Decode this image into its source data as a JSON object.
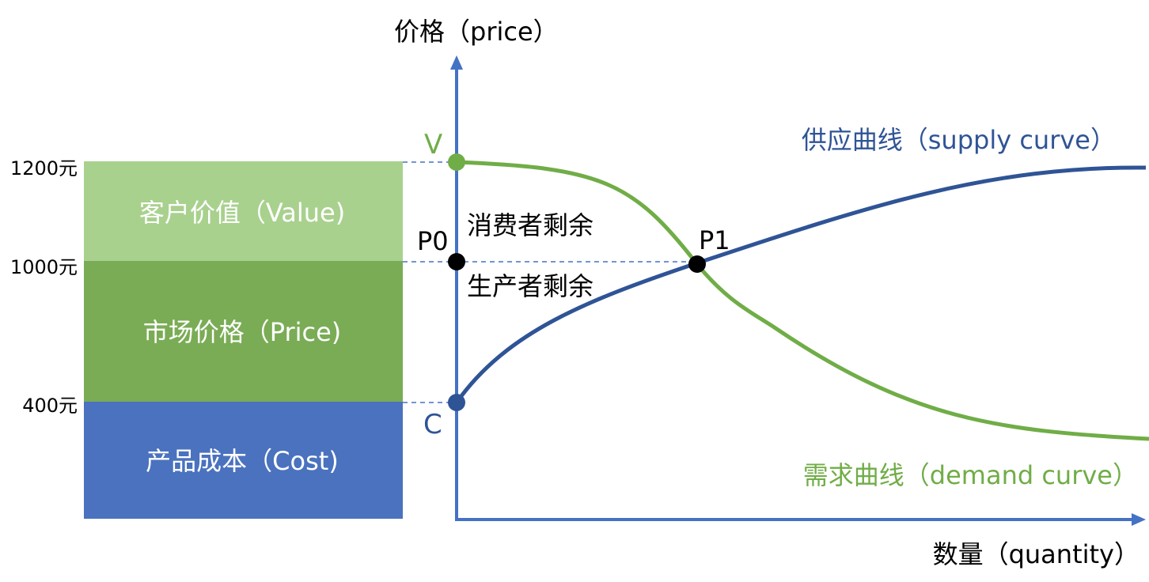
{
  "axes": {
    "y_label": "价格（price）",
    "x_label": "数量（quantity）"
  },
  "price_ticks": [
    "1200元",
    "1000元",
    "400元"
  ],
  "blocks": {
    "value": "客户价值（Value)",
    "price": "市场价格（Price)",
    "cost": "产品成本（Cost)"
  },
  "points": {
    "v": "V",
    "p0": "P0",
    "p1": "P1",
    "c": "C"
  },
  "surplus": {
    "consumer": "消费者剩余",
    "producer": "生产者剩余"
  },
  "curves": {
    "supply": "供应曲线（supply curve）",
    "demand": "需求曲线（demand curve）"
  },
  "colors": {
    "value_block": "#a9d18e",
    "price_block": "#7aac55",
    "cost_block": "#4a72be",
    "supply_curve": "#2f5496",
    "demand_curve": "#70ad47",
    "axis": "#4472c4"
  }
}
